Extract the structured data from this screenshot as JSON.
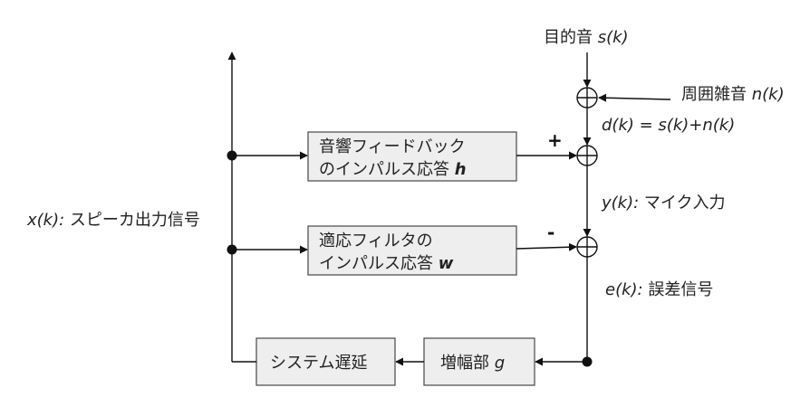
{
  "signals": {
    "target": {
      "name": "目的音",
      "symbol": "s(k)"
    },
    "noise": {
      "name": "周囲雑音",
      "symbol": "n(k)"
    },
    "desired": {
      "expr": "d(k) = s(k)+n(k)"
    },
    "mic": {
      "symbol": "y(k):",
      "name": "マイク入力"
    },
    "error": {
      "symbol": "e(k):",
      "name": "誤差信号"
    },
    "speaker": {
      "symbol": "x(k):",
      "name": "スピーカ出力信号"
    }
  },
  "blocks": {
    "feedback": {
      "line1": "音響フィードバック",
      "line2": "のインパルス応答",
      "symbol": "h"
    },
    "filter": {
      "line1": "適応フィルタの",
      "line2": "インパルス応答",
      "symbol": "w"
    },
    "delay": {
      "label": "システム遅延"
    },
    "amp": {
      "label": "増幅部",
      "symbol": "g"
    }
  },
  "signs": {
    "plus": "+",
    "minus": "-"
  }
}
